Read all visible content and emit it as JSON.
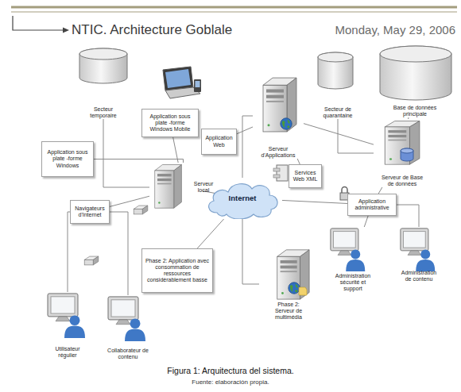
{
  "diagram": {
    "title": "NTIC. Architecture Goblale",
    "caption": "Figura 1: Arquitectura del sistema.",
    "nodes": [
      {
        "text": [
          "Secteur temporaire"
        ]
      },
      {
        "text": [
          "Application sous plate -forme Windows Mobile"
        ]
      },
      {
        "text": [
          "Application sous plate -forme Windows"
        ]
      },
      {
        "text": [
          "Application Web"
        ]
      },
      {
        "text": [
          "Serveur d'Applications"
        ]
      },
      {
        "text": [
          "Secteur de quarantaine"
        ]
      },
      {
        "text": [
          "Base de données principale"
        ]
      },
      {
        "text": [
          "Services Web XML"
        ]
      },
      {
        "text": [
          "Serveur de Base de données"
        ]
      },
      {
        "text": [
          "Serveur local"
        ]
      },
      {
        "text": [
          "Navigateurs d'Internet"
        ]
      },
      {
        "text": [
          "Internet"
        ]
      },
      {
        "text": [
          "Application administrative"
        ]
      },
      {
        "text": [
          "Phase 2: Application avec consommation de ressources considérablement basse"
        ]
      },
      {
        "text": [
          "Administration sécurité et support"
        ]
      },
      {
        "text": [
          "Administration de contenu"
        ]
      },
      {
        "text": [
          "Phase 2: Serveur de multimédia"
        ]
      },
      {
        "text": [
          "Utilisateur régulier"
        ]
      },
      {
        "text": [
          "Collaborateur de contenu"
        ]
      }
    ],
    "edges": [
      {
        "from": 0,
        "to": 9,
        "arrow": "none"
      },
      {
        "from": 1,
        "to": 9,
        "arrow": "none"
      },
      {
        "from": 2,
        "to": 9,
        "arrow": "none"
      },
      {
        "from": 9,
        "to": 11,
        "arrow": "none"
      },
      {
        "from": 10,
        "to": 9,
        "arrow": "none"
      },
      {
        "from": 17,
        "to": 10,
        "arrow": "none"
      },
      {
        "from": 18,
        "to": 10,
        "arrow": "none"
      },
      {
        "from": 13,
        "to": 11,
        "arrow": "none"
      },
      {
        "from": 3,
        "to": 4,
        "arrow": "none"
      },
      {
        "from": 11,
        "to": 4,
        "arrow": "none"
      },
      {
        "from": 7,
        "to": 4,
        "arrow": "none"
      },
      {
        "from": 4,
        "to": 8,
        "arrow": "none"
      },
      {
        "from": 5,
        "to": 8,
        "arrow": "none"
      },
      {
        "from": 6,
        "to": 8,
        "arrow": "none"
      },
      {
        "from": 11,
        "to": 12,
        "arrow": "none"
      },
      {
        "from": 12,
        "to": 8,
        "arrow": "none"
      },
      {
        "from": 14,
        "to": 12,
        "arrow": "none"
      },
      {
        "from": 15,
        "to": 12,
        "arrow": "none"
      },
      {
        "from": 11,
        "to": 16,
        "arrow": "none"
      }
    ],
    "labels": [
      "Monday, May 29, 2006",
      "Fuente: elaboración propia."
    ]
  }
}
